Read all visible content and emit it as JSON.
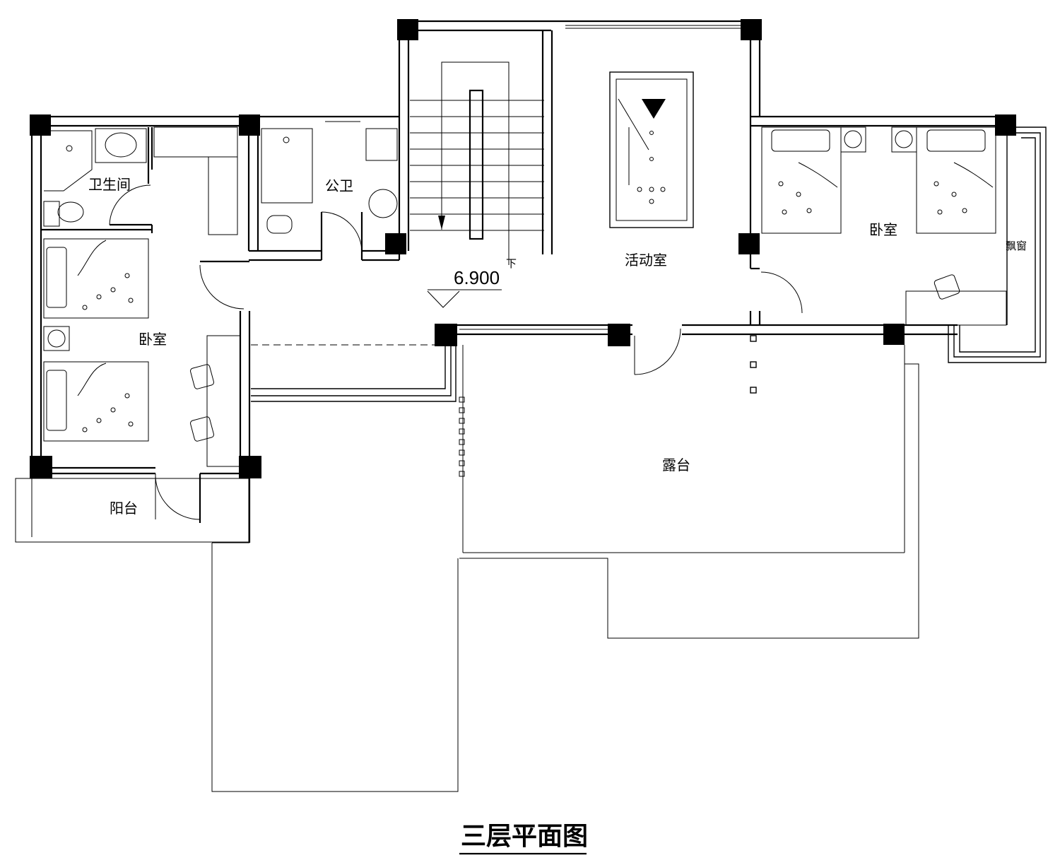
{
  "plan": {
    "title": "三层平面图",
    "elevation": "6.900",
    "stair_direction": "下",
    "rooms": {
      "bathroom": "卫生间",
      "public_toilet": "公卫",
      "activity_room": "活动室",
      "bedroom_left": "卧室",
      "bedroom_right": "卧室",
      "bay_window": "飘窗",
      "balcony": "阳台",
      "terrace": "露台"
    }
  }
}
